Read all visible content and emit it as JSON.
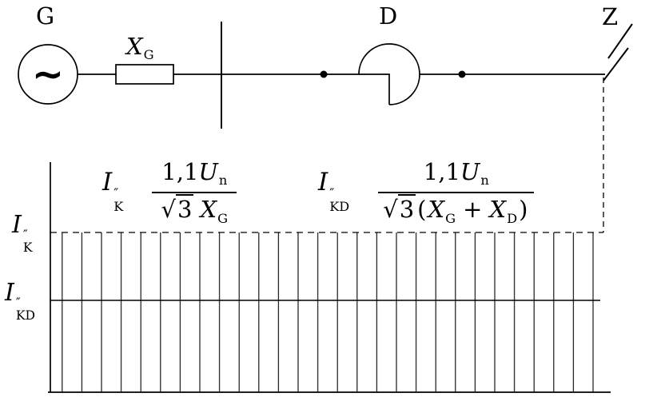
{
  "figure": {
    "background": "#ffffff",
    "ink": "#000000"
  },
  "circuit": {
    "generator": {
      "label": "G",
      "waveform_symbol": "∼"
    },
    "reactance": {
      "base": "X",
      "sub": "G"
    },
    "reactor": {
      "label": "D"
    },
    "fault": {
      "label": "Z"
    }
  },
  "plot": {
    "y_labels": {
      "ik": {
        "base": "I",
        "sup": "″",
        "sub": "K"
      },
      "ikd": {
        "base": "I",
        "sup": "″",
        "sub": "KD"
      }
    },
    "formulas": {
      "without_reactor": {
        "lhs": {
          "base": "I",
          "sup": "″",
          "sub": "K"
        },
        "num": {
          "coeff": "1,1",
          "var": "U",
          "sub": "n"
        },
        "den": {
          "root": "√",
          "radicand": "3",
          "x1": "X",
          "x1sub": "G"
        }
      },
      "with_reactor": {
        "lhs": {
          "base": "I",
          "sup": "″",
          "sub": "KD"
        },
        "num": {
          "coeff": "1,1",
          "var": "U",
          "sub": "n"
        },
        "den": {
          "root": "√",
          "radicand": "3",
          "open": "(",
          "x1": "X",
          "x1sub": "G",
          "plus": "+",
          "x2": "X",
          "x2sub": "D",
          "close": ")"
        }
      }
    }
  }
}
